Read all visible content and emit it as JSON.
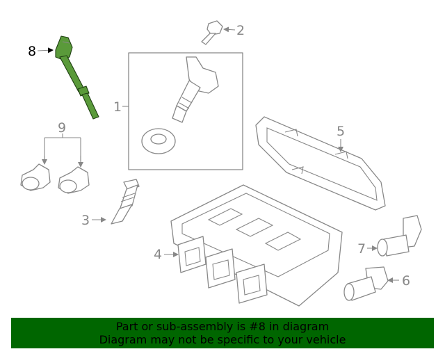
{
  "callouts": {
    "c1": "1",
    "c2": "2",
    "c3": "3",
    "c4": "4",
    "c5": "5",
    "c6": "6",
    "c7": "7",
    "c8": "8",
    "c9": "9"
  },
  "banner": {
    "line1": "Part or sub-assembly is #8 in diagram",
    "line2": "Diagram may not be specific to your vehicle"
  },
  "colors": {
    "highlight_part": "#5a9a3a",
    "banner_background": "#006600",
    "line_art": "#888888"
  }
}
